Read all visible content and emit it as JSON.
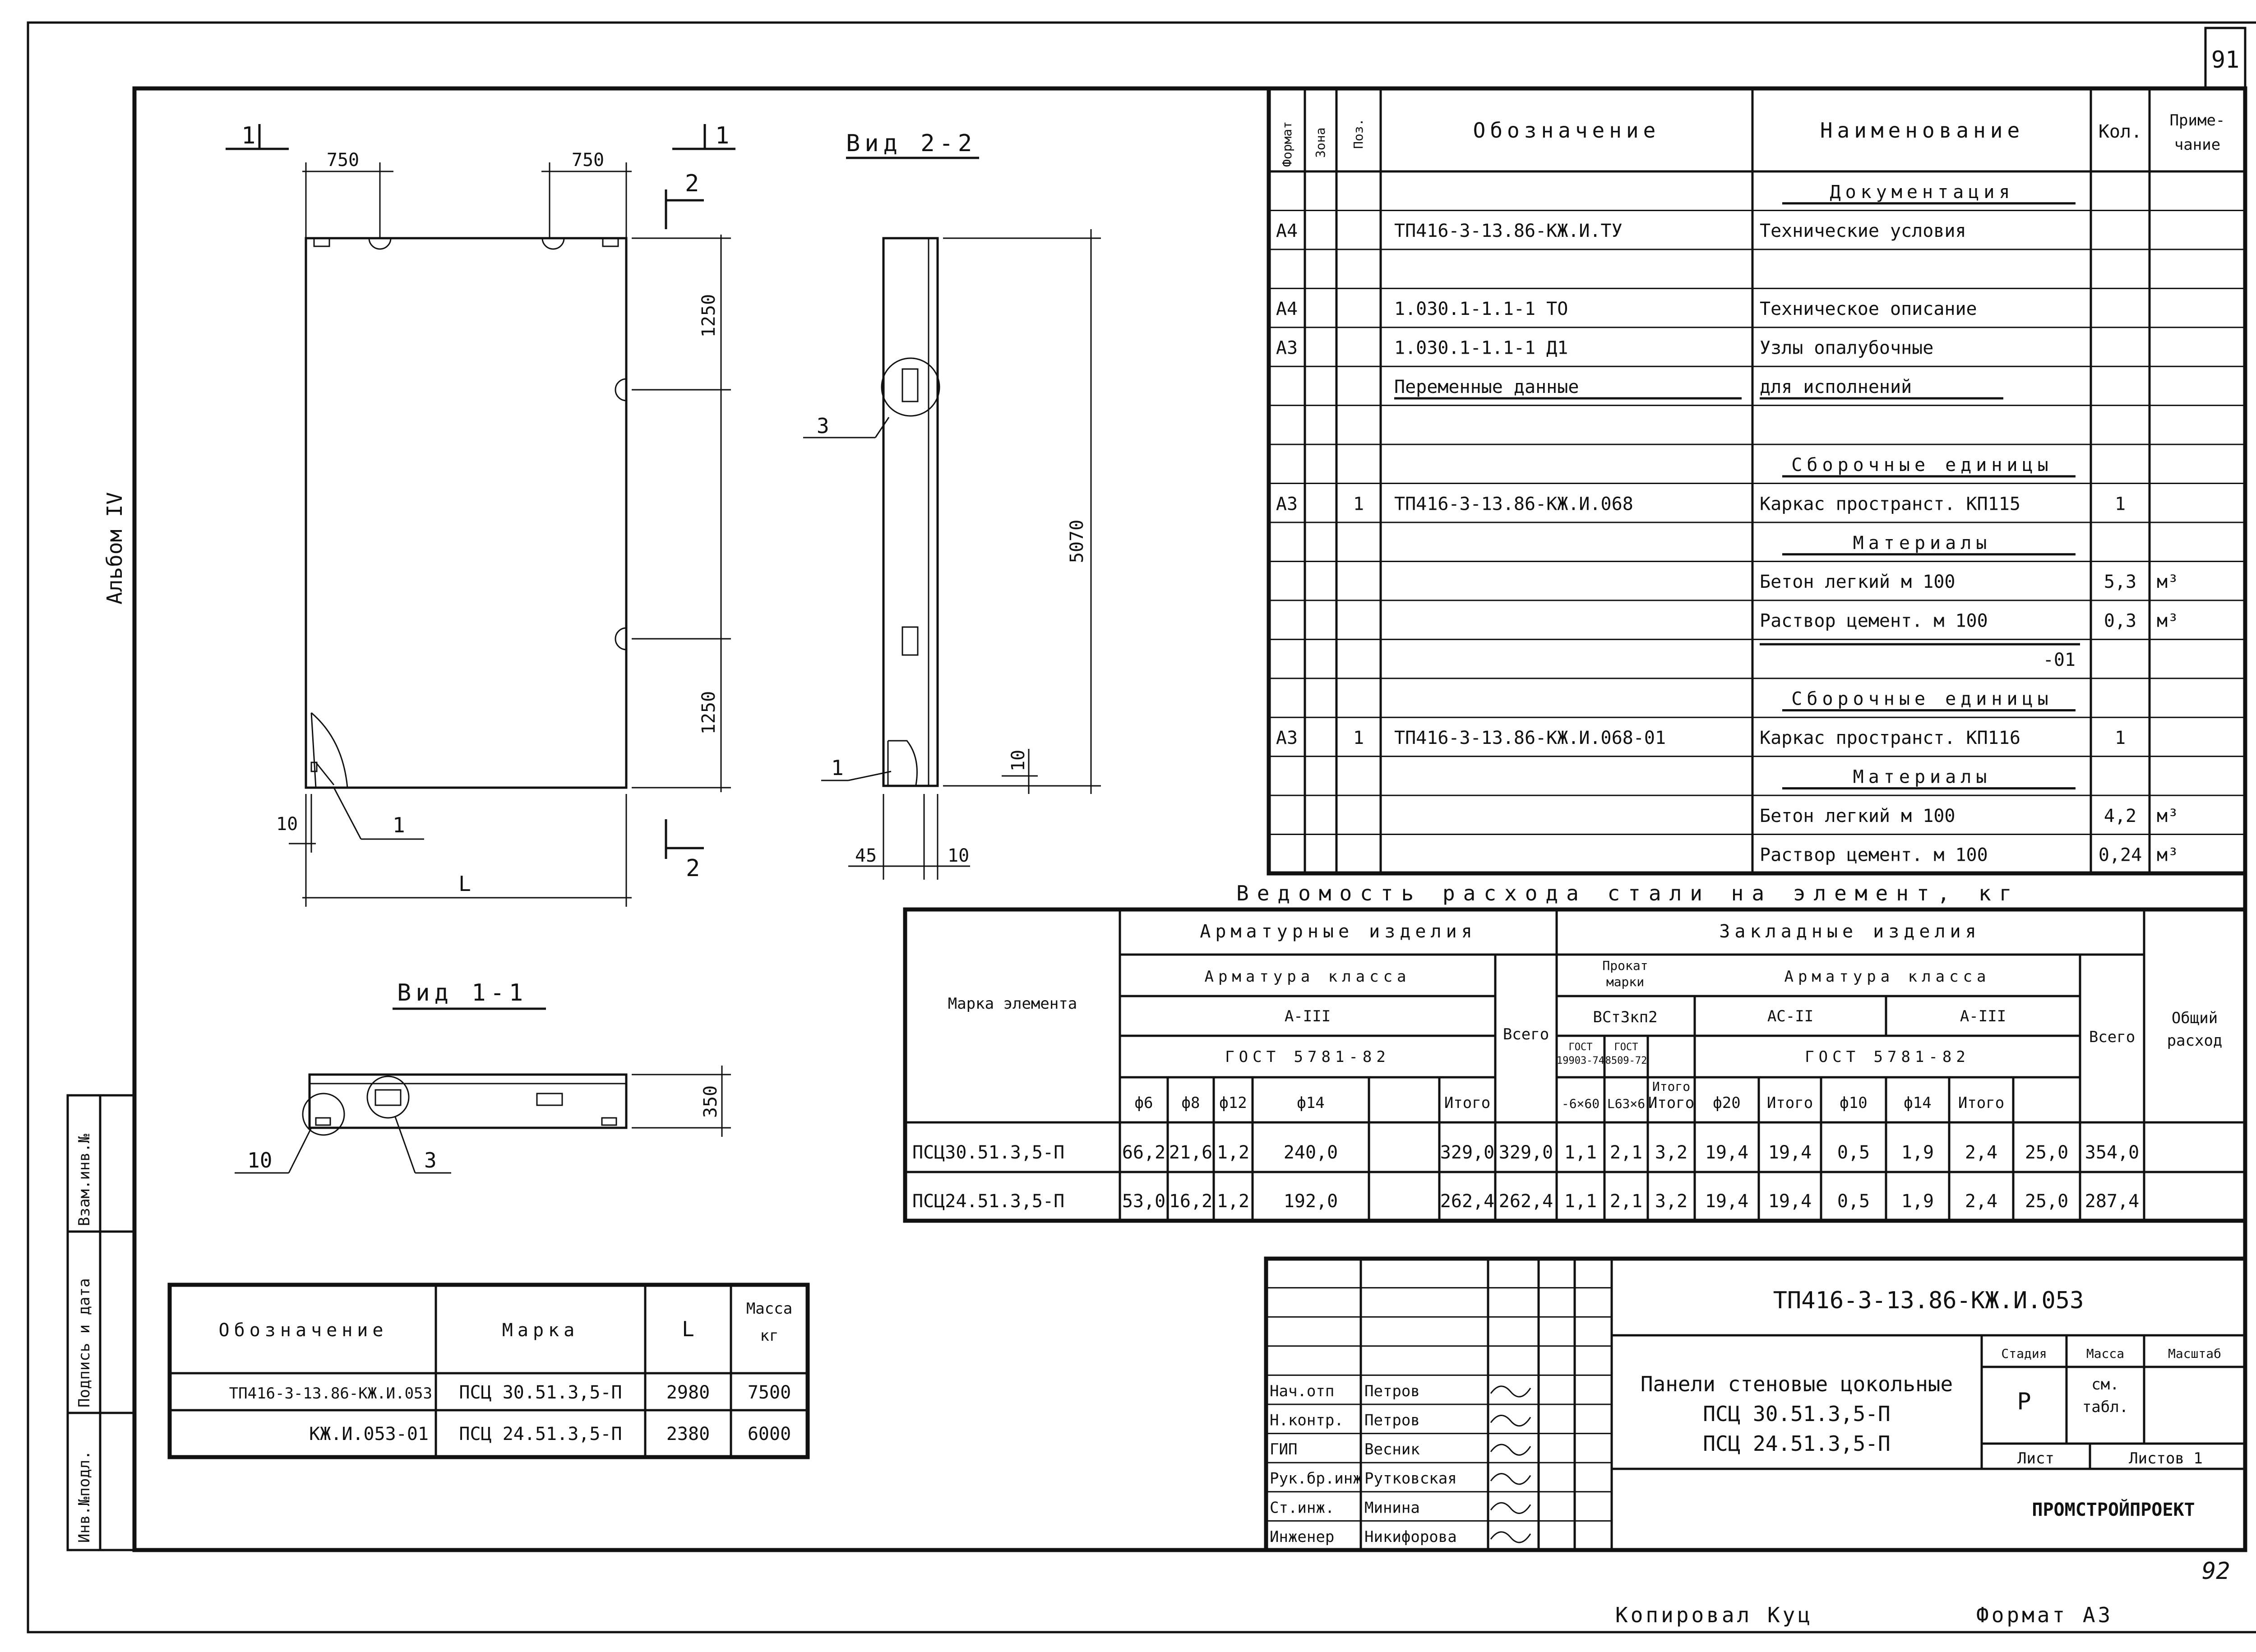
{
  "sheet_number": "91",
  "album_label": "Альбом IV",
  "left_stamp": [
    "Инв.№подл.",
    "Подпись и дата",
    "Взам.инв.№"
  ],
  "drawing": {
    "section_mark": "1",
    "section_mark_2": "2",
    "view_2_2": "Вид 2-2",
    "view_1_1": "Вид 1-1",
    "dim_750_a": "750",
    "dim_750_b": "750",
    "dim_1250_a": "1250",
    "dim_1250_b": "1250",
    "dim_5070": "5070",
    "dim_10_a": "10",
    "dim_10_b": "10",
    "dim_10_c": "10",
    "dim_45": "45",
    "dim_350": "350",
    "dim_L": "L",
    "callout_1": "1",
    "callout_1b": "1",
    "callout_3": "3",
    "callout_3b": "3",
    "callout_10": "10"
  },
  "spec": {
    "headers": {
      "format": "Формат",
      "zone": "Зона",
      "pos": "Поз.",
      "designation": "Обозначение",
      "name": "Наименование",
      "qty": "Кол.",
      "note_1": "Приме-",
      "note_2": "чание"
    },
    "rows": [
      {
        "format": "",
        "pos": "",
        "designation": "",
        "name": "Документация",
        "qty": "",
        "note": ""
      },
      {
        "format": "А4",
        "pos": "",
        "designation": "ТП416-3-13.86-КЖ.И.ТУ",
        "name": "Технические условия",
        "qty": "",
        "note": ""
      },
      {
        "format": "",
        "pos": "",
        "designation": "",
        "name": "",
        "qty": "",
        "note": ""
      },
      {
        "format": "А4",
        "pos": "",
        "designation": "1.030.1-1.1-1  ТО",
        "name": "Техническое описание",
        "qty": "",
        "note": ""
      },
      {
        "format": "А3",
        "pos": "",
        "designation": "1.030.1-1.1-1  Д1",
        "name": "Узлы опалубочные",
        "qty": "",
        "note": ""
      },
      {
        "format": "",
        "pos": "",
        "designation": "Переменные  данные",
        "name": "для  исполнений",
        "qty": "",
        "note": ""
      },
      {
        "format": "",
        "pos": "",
        "designation": "",
        "name": "",
        "qty": "",
        "note": ""
      },
      {
        "format": "",
        "pos": "",
        "designation": "",
        "name": "Сборочные  единицы",
        "qty": "",
        "note": ""
      },
      {
        "format": "А3",
        "pos": "1",
        "designation": "ТП416-3-13.86-КЖ.И.068",
        "name": "Каркас пространст. КП115",
        "qty": "1",
        "note": ""
      },
      {
        "format": "",
        "pos": "",
        "designation": "",
        "name": "Материалы",
        "qty": "",
        "note": ""
      },
      {
        "format": "",
        "pos": "",
        "designation": "",
        "name": "Бетон легкий  м 100",
        "qty": "5,3",
        "note": "м³"
      },
      {
        "format": "",
        "pos": "",
        "designation": "",
        "name": "Раствор цемент. м 100",
        "qty": "0,3",
        "note": "м³"
      },
      {
        "format": "",
        "pos": "",
        "designation": "",
        "name": "-01",
        "qty": "",
        "note": ""
      },
      {
        "format": "",
        "pos": "",
        "designation": "",
        "name": "Сборочные  единицы",
        "qty": "",
        "note": ""
      },
      {
        "format": "А3",
        "pos": "1",
        "designation": "ТП416-3-13.86-КЖ.И.068-01",
        "name": "Каркас пространст. КП116",
        "qty": "1",
        "note": ""
      },
      {
        "format": "",
        "pos": "",
        "designation": "",
        "name": "Материалы",
        "qty": "",
        "note": ""
      },
      {
        "format": "",
        "pos": "",
        "designation": "",
        "name": "Бетон легкий  м 100",
        "qty": "4,2",
        "note": "м³"
      },
      {
        "format": "",
        "pos": "",
        "designation": "",
        "name": "Раствор цемент. м 100",
        "qty": "0,24",
        "note": "м³"
      }
    ]
  },
  "steel": {
    "title": "Ведомость расхода стали на элемент, кг",
    "mark_element": "Марка элемента",
    "rebar_products": "Арматурные изделия",
    "embedded_products": "Закладные изделия",
    "rebar_class": "Арматура класса",
    "rebar_class_2": "Арматура класса",
    "a3": "А-III",
    "a3_b": "А-III",
    "ac2": "АС-II",
    "gost_5781": "ГОСТ 5781-82",
    "gost_5781_b": "ГОСТ 5781-82",
    "rolled_1": "Прокат",
    "rolled_2": "марки",
    "vst3kp2": "ВСт3кп2",
    "gost_19903_1": "ГОСТ",
    "gost_19903_2": "19903-74",
    "gost_8509_1": "ГОСТ",
    "gost_8509_2": "8509-72",
    "total": "Всего",
    "total_b": "Всего",
    "total_c": "Итого",
    "general_1": "Общий",
    "general_2": "расход",
    "cols": [
      "ф6",
      "ф8",
      "ф12",
      "ф14",
      "",
      "Итого",
      "",
      "-6×60",
      "L63×6",
      "Итого",
      "ф20",
      "Итого",
      "ф10",
      "ф14",
      "Итого",
      "",
      ""
    ],
    "rows": [
      {
        "mark": "ПСЦ30.51.3,5-П",
        "vals": [
          "66,2",
          "21,6",
          "1,2",
          "240,0",
          "",
          "329,0",
          "329,0",
          "1,1",
          "2,1",
          "3,2",
          "19,4",
          "19,4",
          "0,5",
          "1,9",
          "2,4",
          "25,0",
          "354,0"
        ]
      },
      {
        "mark": "ПСЦ24.51.3,5-П",
        "vals": [
          "53,0",
          "16,2",
          "1,2",
          "192,0",
          "",
          "262,4",
          "262,4",
          "1,1",
          "2,1",
          "3,2",
          "19,4",
          "19,4",
          "0,5",
          "1,9",
          "2,4",
          "25,0",
          "287,4"
        ]
      }
    ]
  },
  "marks": {
    "headers": {
      "designation": "Обозначение",
      "mark": "Марка",
      "L": "L",
      "mass_1": "Масса",
      "mass_2": "кг"
    },
    "rows": [
      {
        "designation": "ТП416-3-13.86-КЖ.И.053",
        "mark": "ПСЦ 30.51.3,5-П",
        "L": "2980",
        "mass": "7500"
      },
      {
        "designation": "КЖ.И.053-01",
        "mark": "ПСЦ 24.51.3,5-П",
        "L": "2380",
        "mass": "6000"
      }
    ]
  },
  "title_block": {
    "code": "ТП416-3-13.86-КЖ.И.053",
    "name_1": "Панели стеновые цокольные",
    "name_2": "ПСЦ 30.51.3,5-П",
    "name_3": "ПСЦ 24.51.3,5-П",
    "stage_h": "Стадия",
    "mass_h": "Масса",
    "scale_h": "Масштаб",
    "stage": "Р",
    "mass_1": "см.",
    "mass_2": "табл.",
    "sheet_h": "Лист",
    "sheets_h": "Листов 1",
    "org": "ПРОМСТРОЙПРОЕКТ",
    "people": [
      {
        "role": "Нач.отп",
        "name": "Петров"
      },
      {
        "role": "Н.контр.",
        "name": "Петров"
      },
      {
        "role": "ГИП",
        "name": "Весник"
      },
      {
        "role": "Рук.бр.инж",
        "name": "Рутковская"
      },
      {
        "role": "Ст.инж.",
        "name": "Минина"
      },
      {
        "role": "Инженер",
        "name": "Никифорова"
      }
    ]
  },
  "corner_handwritten": "92",
  "copied": "Копировал Куц",
  "format_label": "Формат А3"
}
